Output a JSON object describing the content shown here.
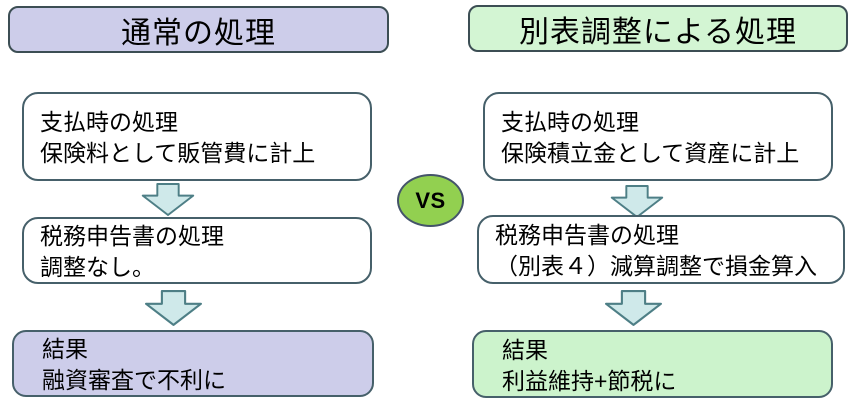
{
  "diagram": {
    "vs_label": "VS",
    "left": {
      "header": "通常の処理",
      "steps": [
        {
          "lines": [
            "支払時の処理",
            "保険料として販管費に計上"
          ]
        },
        {
          "lines": [
            "税務申告書の処理",
            "調整なし。"
          ]
        },
        {
          "lines": [
            "結果",
            "融資審査で不利に"
          ]
        }
      ]
    },
    "right": {
      "header": "別表調整による処理",
      "steps": [
        {
          "lines": [
            "支払時の処理",
            "保険積立金として資産に計上"
          ]
        },
        {
          "lines": [
            "税務申告書の処理",
            "（別表４）減算調整で損金算入"
          ]
        },
        {
          "lines": [
            "結果",
            "利益維持+節税に"
          ]
        }
      ]
    },
    "icons": {
      "down_arrow": "down-arrow-icon"
    }
  },
  "colors": {
    "bg": "#ffffff",
    "text": "#000000",
    "lavender": "#cdcdea",
    "green_light": "#d3f5d3",
    "green_result": "#ccf3cc",
    "header_border": "#3c4e54",
    "box_border": "#46606a",
    "arrow_fill": "#cfe9ea",
    "arrow_border": "#4e7f86",
    "vs_fill": "#92d050",
    "vs_border": "#44546a"
  }
}
